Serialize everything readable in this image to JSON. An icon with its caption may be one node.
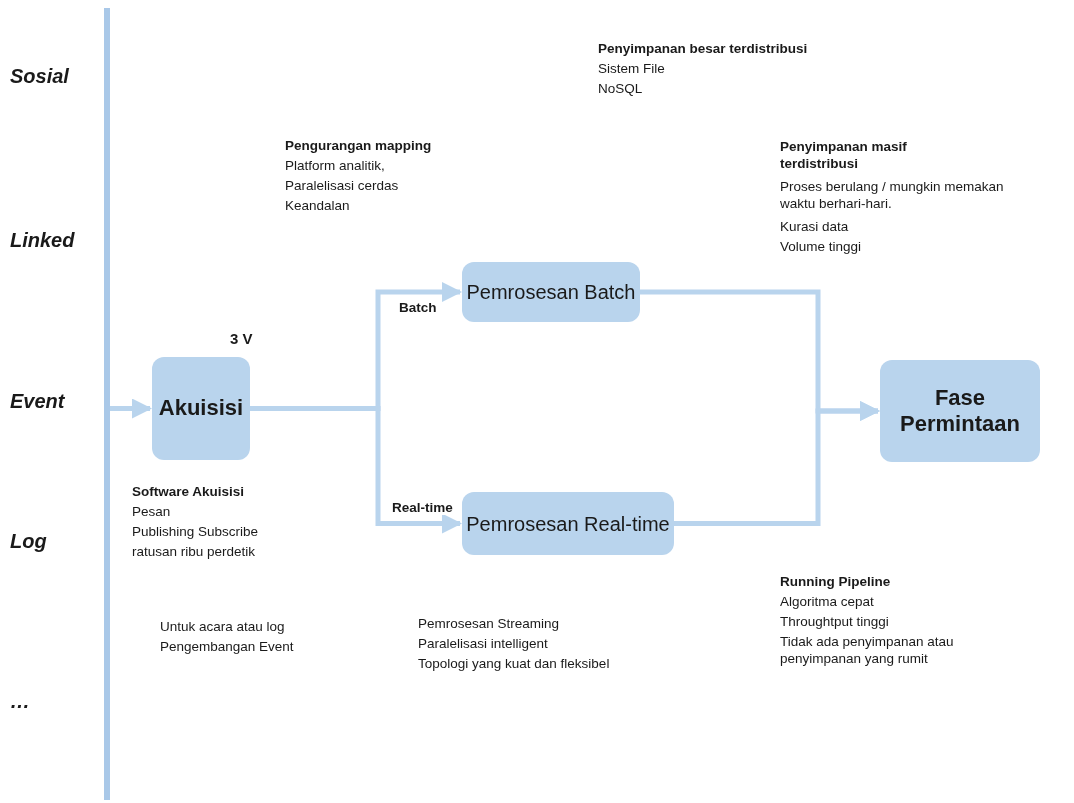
{
  "diagram": {
    "nodes": [
      {
        "text": [],
        "shape": "bar"
      },
      {
        "text": [
          "Akuisisi"
        ],
        "beside": [
          "3 V"
        ]
      },
      {
        "text": [
          "Pemrosesan Batch"
        ]
      },
      {
        "text": [
          "Pemrosesan Real-time"
        ]
      },
      {
        "text": [
          "Fase Permintaan"
        ]
      }
    ],
    "edges": [
      {
        "from": 0,
        "to": 1,
        "arrow": "to"
      },
      {
        "from": 1,
        "to": 2,
        "arrow": "to",
        "label": "Batch"
      },
      {
        "from": 1,
        "to": 3,
        "arrow": "to",
        "label": "Real-time"
      },
      {
        "from": 2,
        "to": 4,
        "arrow": "to"
      },
      {
        "from": 3,
        "to": 4,
        "arrow": "to"
      }
    ],
    "labels": [
      "Sosial",
      "Penyimpanan besar terdistribusi",
      "Sistem File",
      "NoSQL",
      "Pengurangan mapping",
      "Penyimpanan masif terdistribusi",
      "Platform analitik,",
      "Paralelisasi cerdas",
      "Keandalan",
      "Proses berulang / mungkin memakan waktu berhari-hari.",
      "Kurasi data",
      "Volume tinggi",
      "Linked",
      "Event",
      "Software Akuisisi",
      "Pesan",
      "Publishing Subscribe",
      "ratusan ribu perdetik",
      "Running Pipeline",
      "Algoritma cepat",
      "Throughtput tinggi",
      "Tidak ada penyimpanan atau penyimpanan yang rumit",
      "Log",
      "Pemrosesan Streaming",
      "Paralelisasi intelligent",
      "Topologi yang kuat dan fleksibel",
      "Untuk acara atau log",
      "Pengembangan Event",
      "…"
    ]
  }
}
